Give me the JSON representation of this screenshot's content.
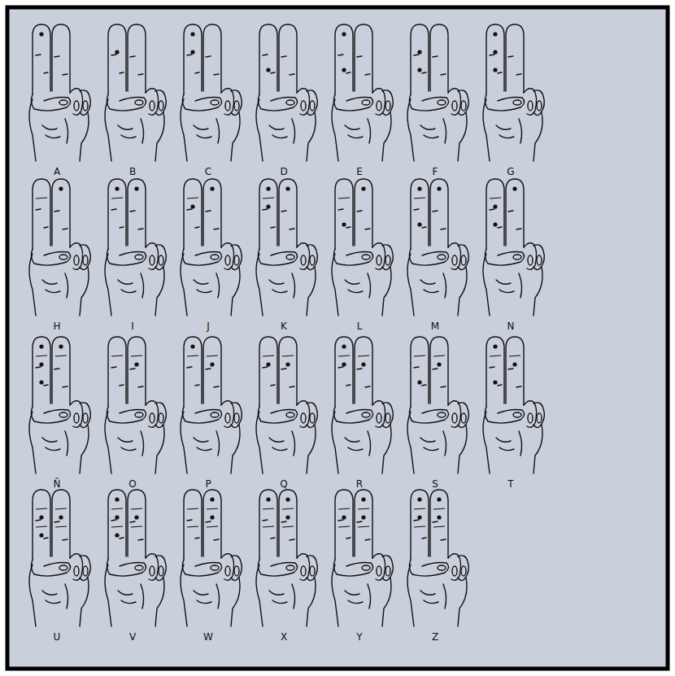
{
  "diagram": {
    "labels": [
      "A",
      "B",
      "C",
      "D",
      "E",
      "F",
      "G",
      "H",
      "I",
      "J",
      "K",
      "L",
      "M",
      "N",
      "Ñ",
      "O",
      "P",
      "Q",
      "R",
      "S",
      "T",
      "U",
      "V",
      "W",
      "X",
      "Y",
      "Z"
    ]
  }
}
